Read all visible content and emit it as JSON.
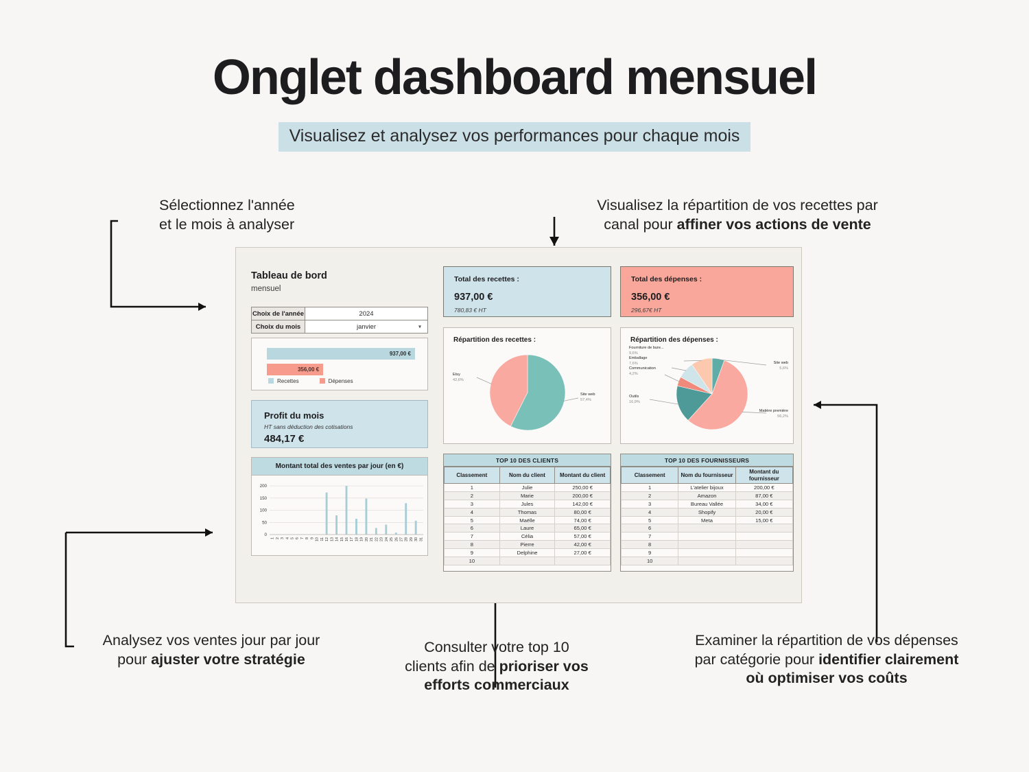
{
  "header": {
    "title": "Onglet dashboard mensuel",
    "subtitle": "Visualisez et analysez vos performances pour chaque mois",
    "subtitle_bg": "#cbdfe6"
  },
  "annotations": {
    "year_month": {
      "line1": "Sélectionnez l'année",
      "line2": "et le mois à analyser"
    },
    "recettes_pie": {
      "line1": "Visualisez la répartition de vos recettes par",
      "line2_plain": "canal pour ",
      "line2_bold": "affiner vos actions de vente"
    },
    "daily_sales": {
      "line1": "Analysez vos ventes jour par jour",
      "line2_plain": "pour ",
      "line2_bold": "ajuster votre stratégie"
    },
    "top_clients": {
      "line1": "Consulter votre top 10",
      "line2_plain": "clients afin de ",
      "line2_bold": "prioriser vos",
      "line3_bold": "efforts commerciaux"
    },
    "depenses_pie": {
      "line1": "Examiner la répartition de vos dépenses",
      "line2_plain": "par catégorie pour ",
      "line2_bold": "identifier clairement",
      "line3_bold": "où optimiser vos coûts"
    }
  },
  "dashboard": {
    "title": "Tableau de bord",
    "subtitle": "mensuel",
    "selectors": [
      {
        "label": "Choix de l'année",
        "value": "2024",
        "caret": false
      },
      {
        "label": "Choix du mois",
        "value": "janvier",
        "caret": true
      }
    ],
    "compare_bars": {
      "recettes_value": "937,00 €",
      "depenses_value": "356,00 €",
      "legend": [
        {
          "name": "Recettes",
          "color": "#b9d7df"
        },
        {
          "name": "Dépenses",
          "color": "#f79c8d"
        }
      ]
    },
    "profit": {
      "title": "Profit du mois",
      "subtitle": "HT sans déduction des cotisations",
      "value": "484,17 €"
    },
    "kpis": [
      {
        "label": "Total des recettes :",
        "value": "937,00 €",
        "sub": "780,83 € HT",
        "bg": "#cfe3ea"
      },
      {
        "label": "Total des dépenses :",
        "value": "356,00 €",
        "sub": "296,67€ HT",
        "bg": "#f9a79a"
      }
    ],
    "pies": [
      {
        "title": "Répartition des recettes :"
      },
      {
        "title": "Répartition des dépenses :"
      }
    ],
    "clients_table": {
      "caption": "TOP 10 DES CLIENTS",
      "columns": [
        "Classement",
        "Nom du client",
        "Montant du client"
      ],
      "rows": [
        [
          "1",
          "Julie",
          "250,00 €"
        ],
        [
          "2",
          "Marie",
          "200,00 €"
        ],
        [
          "3",
          "Jules",
          "142,00 €"
        ],
        [
          "4",
          "Thomas",
          "80,00 €"
        ],
        [
          "5",
          "Maëlle",
          "74,00 €"
        ],
        [
          "6",
          "Laure",
          "65,00 €"
        ],
        [
          "7",
          "Célia",
          "57,00 €"
        ],
        [
          "8",
          "Pierre",
          "42,00 €"
        ],
        [
          "9",
          "Delphine",
          "27,00 €"
        ],
        [
          "10",
          "",
          ""
        ]
      ]
    },
    "fournisseurs_table": {
      "caption": "TOP 10 DES FOURNISSEURS",
      "columns": [
        "Classement",
        "Nom du fournisseur",
        "Montant du fournisseur"
      ],
      "rows": [
        [
          "1",
          "L'atelier bijoux",
          "200,00 €"
        ],
        [
          "2",
          "Amazon",
          "87,00 €"
        ],
        [
          "3",
          "Bureau Vallée",
          "34,00 €"
        ],
        [
          "4",
          "Shopify",
          "20,00 €"
        ],
        [
          "5",
          "Meta",
          "15,00 €"
        ],
        [
          "6",
          "",
          ""
        ],
        [
          "7",
          "",
          ""
        ],
        [
          "8",
          "",
          ""
        ],
        [
          "9",
          "",
          ""
        ],
        [
          "10",
          "",
          ""
        ]
      ]
    }
  },
  "chart_data": [
    {
      "type": "bar",
      "title": "Montant total des ventes par jour (en €)",
      "xlabel": "",
      "ylabel": "",
      "ylim": [
        0,
        220
      ],
      "yticks": [
        0,
        50,
        100,
        150,
        200
      ],
      "grid": true,
      "bar_color": "#a8cdd6",
      "categories": [
        "1",
        "2",
        "3",
        "4",
        "5",
        "6",
        "7",
        "8",
        "9",
        "10",
        "11",
        "12",
        "13",
        "14",
        "15",
        "16",
        "17",
        "18",
        "19",
        "20",
        "21",
        "22",
        "23",
        "24",
        "25",
        "26",
        "27",
        "28",
        "29",
        "30",
        "31"
      ],
      "values": [
        0,
        0,
        0,
        0,
        0,
        0,
        0,
        0,
        0,
        0,
        0,
        173,
        0,
        79,
        0,
        200,
        0,
        65,
        0,
        148,
        0,
        27,
        0,
        41,
        0,
        8,
        0,
        129,
        0,
        57,
        0
      ]
    },
    {
      "type": "pie",
      "title": "Répartition des recettes :",
      "labels": [
        "Site web",
        "Etsy"
      ],
      "values": [
        57.4,
        42.6
      ],
      "value_labels": [
        "57,4%",
        "42,6%"
      ],
      "colors": [
        "#79c0b8",
        "#f9a9a0"
      ],
      "legend": "callout"
    },
    {
      "type": "pie",
      "title": "Répartition des dépenses :",
      "labels": [
        "Site web",
        "Matière première",
        "Outils",
        "Communication",
        "Emballage",
        "Fourniture de bure..."
      ],
      "values": [
        5.6,
        56.2,
        16.9,
        4.2,
        7.6,
        9.6
      ],
      "value_labels": [
        "5,6%",
        "56,2%",
        "16,9%",
        "4,2%",
        "7,6%",
        "9,6%"
      ],
      "colors": [
        "#5fada6",
        "#f9a9a0",
        "#4e9a98",
        "#f08a7d",
        "#cfe5ea",
        "#fcc9ae"
      ],
      "legend": "callout"
    }
  ]
}
